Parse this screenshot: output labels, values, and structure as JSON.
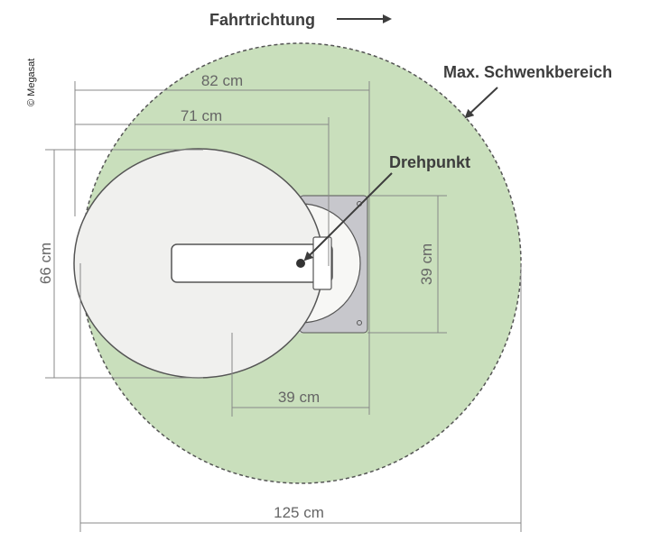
{
  "copyright": "© Megasat",
  "labels": {
    "direction": "Fahrtrichtung",
    "max_swing": "Max. Schwenkbereich",
    "pivot": "Drehpunkt"
  },
  "dimensions": {
    "d82": "82 cm",
    "d71": "71 cm",
    "d66": "66 cm",
    "d39_vertical": "39 cm",
    "d39_horizontal": "39 cm",
    "d125": "125 cm"
  },
  "colors": {
    "swing_area": "#c9dfbc",
    "dish": "#f0f0ee",
    "base_plate": "#c7c7cc",
    "outline": "#555555",
    "dimension_line": "#888888",
    "label_text": "#3d3d3d"
  }
}
